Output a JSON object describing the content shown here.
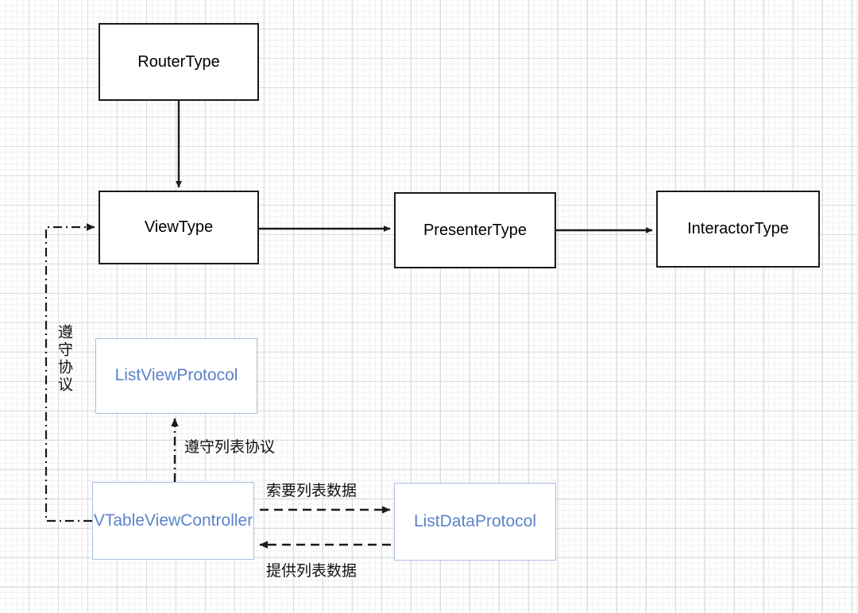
{
  "diagram": {
    "title": "VIPER architecture with list protocols",
    "colors": {
      "node_border": "#1a1a1a",
      "node_text": "#000000",
      "protocol_border": "#a9bde0",
      "protocol_text": "#5b82ca",
      "edge": "#1a1a1a",
      "grid_minor": "#f0f0f0",
      "grid_major": "#dcdcdc",
      "background": "#ffffff"
    },
    "nodes": [
      {
        "id": "router",
        "label": "RouterType",
        "style": "solid"
      },
      {
        "id": "view",
        "label": "ViewType",
        "style": "solid"
      },
      {
        "id": "presenter",
        "label": "PresenterType",
        "style": "solid"
      },
      {
        "id": "interactor",
        "label": "InteractorType",
        "style": "solid"
      },
      {
        "id": "listview",
        "label": "ListViewProtocol",
        "style": "protocol"
      },
      {
        "id": "vtablevc",
        "label": "VTableViewController",
        "style": "protocol"
      },
      {
        "id": "listdata",
        "label": "ListDataProtocol",
        "style": "protocol"
      }
    ],
    "edge_labels": {
      "conform_protocol": "遵守协议",
      "conform_list_protocol": "遵守列表协议",
      "request_list_data": "索要列表数据",
      "provide_list_data": "提供列表数据"
    },
    "edges": [
      {
        "from": "router",
        "to": "view",
        "style": "solid",
        "label": ""
      },
      {
        "from": "view",
        "to": "presenter",
        "style": "solid",
        "label": ""
      },
      {
        "from": "presenter",
        "to": "interactor",
        "style": "solid",
        "label": ""
      },
      {
        "from": "vtablevc",
        "to": "view",
        "style": "dash-dot",
        "label": "遵守协议"
      },
      {
        "from": "vtablevc",
        "to": "listview",
        "style": "dash-dot",
        "label": "遵守列表协议"
      },
      {
        "from": "vtablevc",
        "to": "listdata",
        "style": "dashed",
        "label": "索要列表数据"
      },
      {
        "from": "listdata",
        "to": "vtablevc",
        "style": "dashed",
        "label": "提供列表数据"
      }
    ]
  }
}
